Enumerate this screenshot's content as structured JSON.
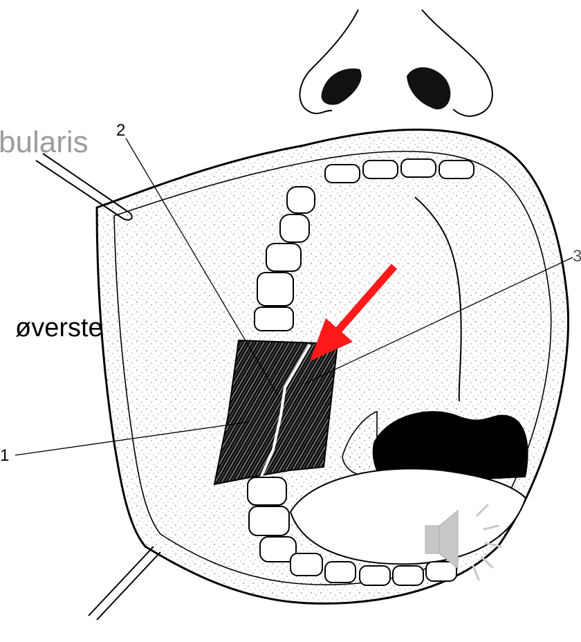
{
  "overlay_labels": {
    "top_left": "bularis",
    "middle_left": "øverste"
  },
  "callouts": [
    "1",
    "2",
    "3"
  ],
  "colors": {
    "arrow": "#ff1a1a",
    "speaker_icon": "#c8c8c8",
    "line_art": "#000000",
    "grey_label": "#9b9b9b"
  },
  "icons": {
    "arrow": "red-arrow",
    "audio": "speaker-icon"
  }
}
